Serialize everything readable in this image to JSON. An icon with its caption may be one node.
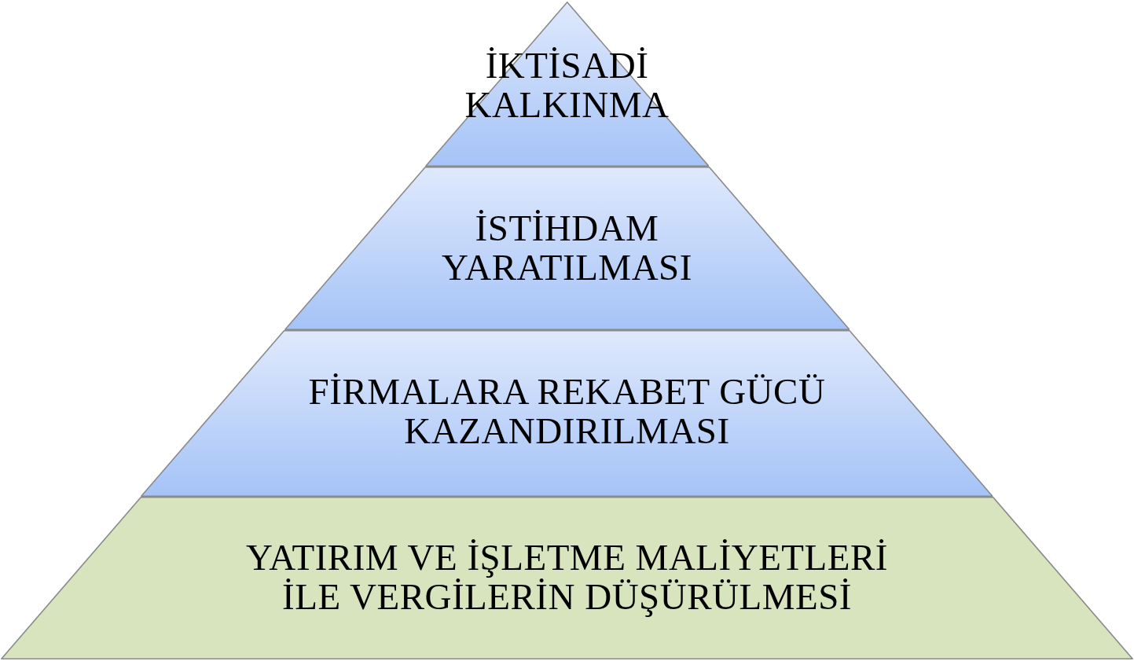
{
  "diagram": {
    "nodes": [
      {
        "text": [
          "İKTİSADİ KALKINMA"
        ]
      },
      {
        "text": [
          "İSTİHDAM YARATILMASI"
        ]
      },
      {
        "text": [
          "FİRMALARA REKABET GÜCÜ KAZANDIRILMASI"
        ]
      },
      {
        "text": [
          "YATIRIM VE İŞLETME MALİYETLERİ İLE VERGİLERİN DÜŞÜRÜLMESİ"
        ]
      }
    ]
  }
}
